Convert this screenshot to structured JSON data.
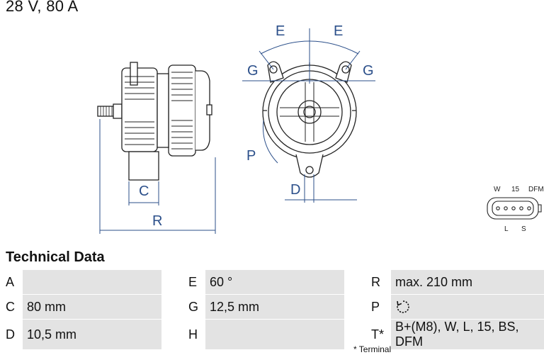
{
  "header": {
    "title": "28 V, 80 A"
  },
  "drawing": {
    "dim_labels": {
      "E": "E",
      "G": "G",
      "P": "P",
      "C": "C",
      "R": "R",
      "D": "D"
    },
    "connector": {
      "pins_top": [
        "W",
        "15",
        "DFM"
      ],
      "pins_bottom": [
        "L",
        "S"
      ]
    }
  },
  "tech": {
    "title": "Technical Data",
    "rows": [
      [
        {
          "k": "A",
          "v": ""
        },
        {
          "k": "E",
          "v": "60 °"
        },
        {
          "k": "R",
          "v": "max. 210 mm"
        }
      ],
      [
        {
          "k": "C",
          "v": "80 mm"
        },
        {
          "k": "G",
          "v": "12,5 mm"
        },
        {
          "k": "P",
          "v": "",
          "icon": "rotation-clockwise-icon"
        }
      ],
      [
        {
          "k": "D",
          "v": "10,5 mm"
        },
        {
          "k": "H",
          "v": ""
        },
        {
          "k": "T*",
          "v": "B+(M8), W, L, 15, BS, DFM"
        }
      ]
    ],
    "footnote": "* Terminal"
  },
  "colors": {
    "dimension_line": "#2b4f8a",
    "drawing_line": "#222222",
    "cell_bg": "#e3e3e3"
  }
}
